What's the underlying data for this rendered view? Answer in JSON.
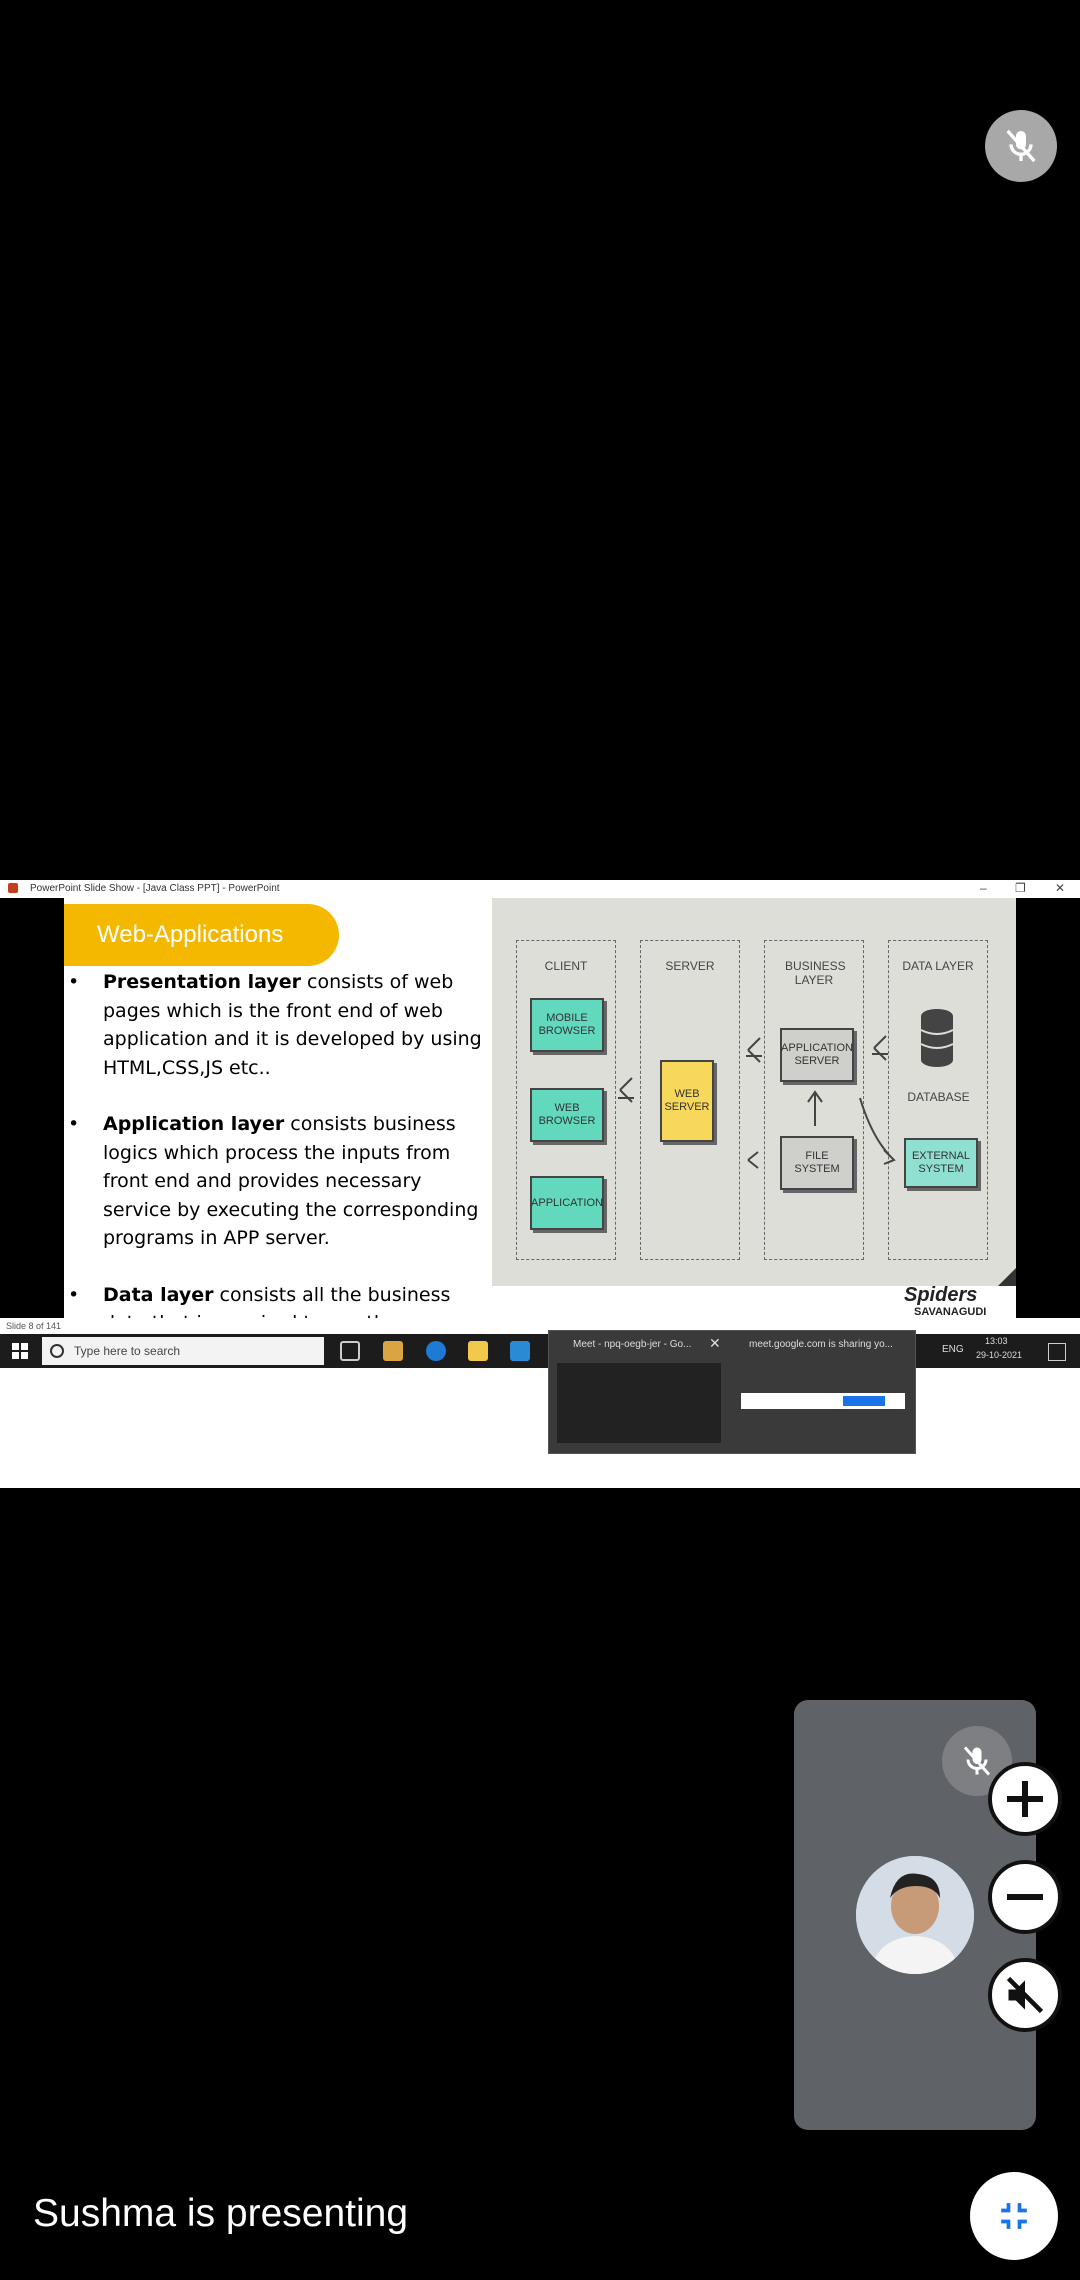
{
  "window_title": "PowerPoint Slide Show - [Java Class PPT] - PowerPoint",
  "window_controls": [
    "–",
    "❐",
    "✕"
  ],
  "slide": {
    "heading": "Web-Applications",
    "bullets": [
      {
        "bold": "Presentation layer",
        "text": " consists of web pages which is the front end of web application and it is developed by using HTML,CSS,JS etc.."
      },
      {
        "bold": "Application layer",
        "text": " consists business logics which process the inputs from front end and provides necessary service by executing the corresponding programs in APP server."
      },
      {
        "bold": "Data layer",
        "text": " consists all the business data that is required to run the application such as User details, Account information, Settings data etc."
      }
    ],
    "diagram": {
      "columns": [
        "CLIENT",
        "SERVER",
        "BUSINESS LAYER",
        "DATA LAYER"
      ],
      "client_boxes": [
        "MOBILE BROWSER",
        "WEB BROWSER",
        "APPLICATION"
      ],
      "server_box": "WEB SERVER",
      "business_boxes": [
        "APPLICATION SERVER",
        "FILE SYSTEM"
      ],
      "data_items": [
        "DATABASE",
        "EXTERNAL SYSTEM"
      ]
    },
    "logo_text": "Spiders",
    "logo_sub": "SAVANAGUDI"
  },
  "status_bar": {
    "slide_counter": "Slide 8 of 141"
  },
  "taskbar": {
    "search_placeholder": "Type here to search",
    "tray_lang": "ENG",
    "time": "13:03",
    "date": "29-10-2021"
  },
  "preview_popup": {
    "left_title": "Meet - npq-oegb-jer - Go...",
    "right_title": "meet.google.com is sharing yo..."
  },
  "presenting_text": "Sushma is presenting"
}
